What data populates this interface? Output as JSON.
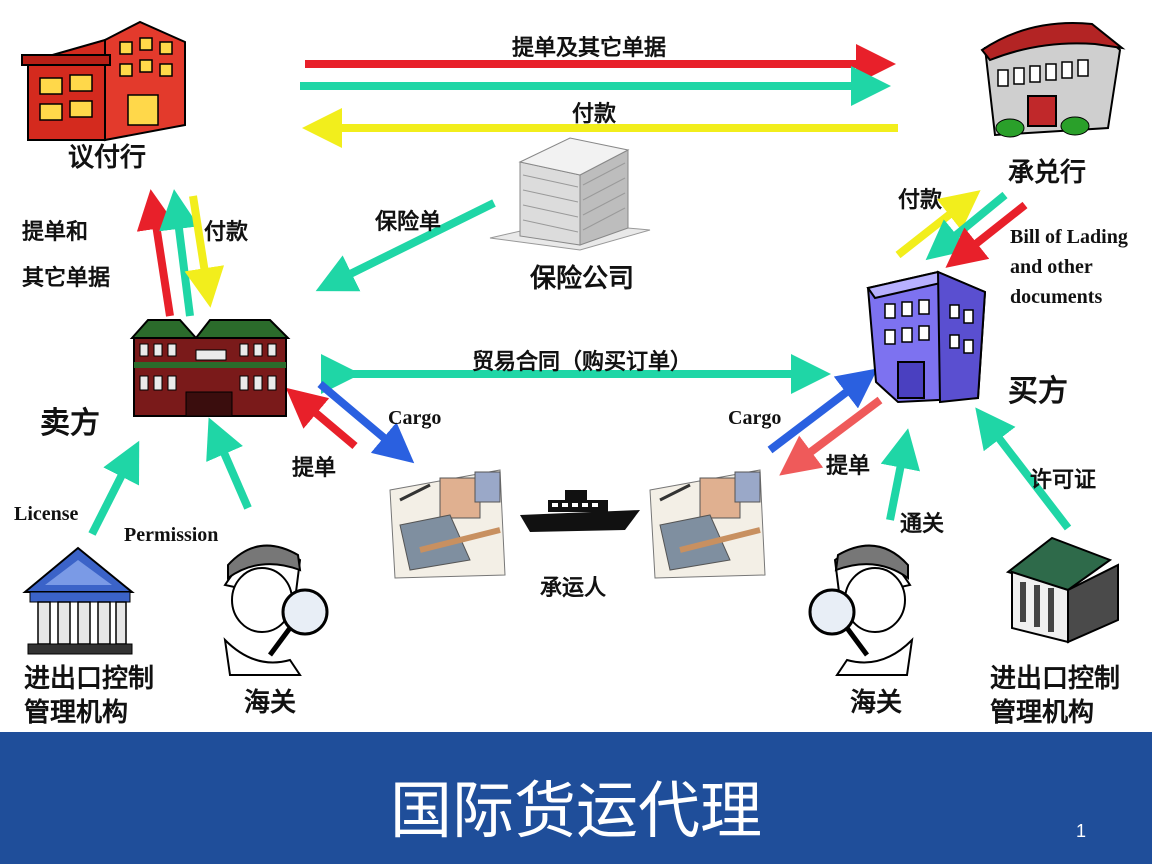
{
  "colors": {
    "red": "#e8202a",
    "teal": "#1fd6a6",
    "yellow": "#f2ee1c",
    "blue": "#2a60e0",
    "light_red": "#ef5a5a",
    "footer_bg": "#1f4e9a"
  },
  "labels": {
    "top_docs": "提单及其它单据",
    "top_payment": "付款",
    "advising_bank": "议付行",
    "accepting_bank": "承兑行",
    "left_docs_line1": "提单和",
    "left_docs_line2": "其它单据",
    "left_payment": "付款",
    "insurance_policy": "保险单",
    "insurance_company": "保险公司",
    "right_payment": "付款",
    "right_bol_line1": "Bill of Lading",
    "right_bol_line2": "and other",
    "right_bol_line3": "documents",
    "seller": "卖方",
    "buyer": "买方",
    "contract": "贸易合同（购买订单）",
    "cargo_left": "Cargo",
    "cargo_right": "Cargo",
    "bl_left": "提单",
    "bl_right": "提单",
    "carrier": "承运人",
    "license": "License",
    "permission": "Permission",
    "clearance": "通关",
    "permit": "许可证",
    "export_control_left_line1": "进出口控制",
    "export_control_left_line2": "管理机构",
    "export_control_right_line1": "进出口控制",
    "export_control_right_line2": "管理机构",
    "customs_left": "海关",
    "customs_right": "海关"
  },
  "footer": {
    "title": "国际货运代理",
    "page_number": "1"
  }
}
